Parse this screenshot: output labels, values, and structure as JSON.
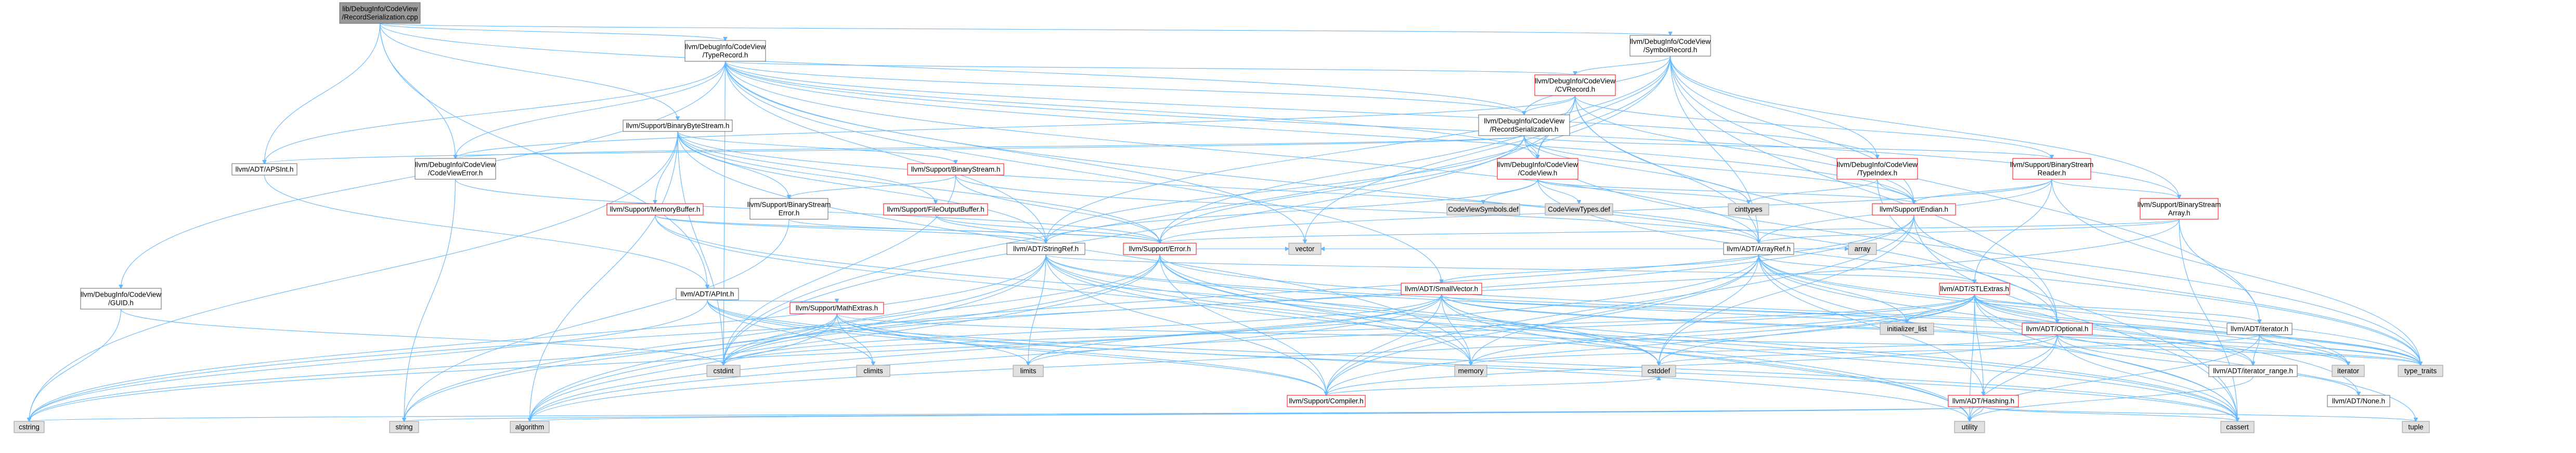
{
  "graph": {
    "type": "include-dependency-graph",
    "colors": {
      "edge": "#63b8ff",
      "root_fill": "#999999",
      "project_fill": "#ffffff",
      "project_border_red": "#ff0000",
      "project_border_black": "#666666",
      "system_fill": "#e0e0e0",
      "system_border": "#999999"
    },
    "nodes": [
      {
        "id": "root",
        "kind": "root",
        "lines": [
          "lib/DebugInfo/CodeView",
          "/RecordSerialization.cpp"
        ]
      },
      {
        "id": "typerecord",
        "kind": "project",
        "lines": [
          "llvm/DebugInfo/CodeView",
          "/TypeRecord.h"
        ]
      },
      {
        "id": "symbolrecord",
        "kind": "project",
        "lines": [
          "llvm/DebugInfo/CodeView",
          "/SymbolRecord.h"
        ]
      },
      {
        "id": "cvrecord",
        "kind": "project-red",
        "lines": [
          "llvm/DebugInfo/CodeView",
          "/CVRecord.h"
        ]
      },
      {
        "id": "recordserialization",
        "kind": "project",
        "lines": [
          "llvm/DebugInfo/CodeView",
          "/RecordSerialization.h"
        ]
      },
      {
        "id": "binarybytestream",
        "kind": "project",
        "lines": [
          "llvm/Support/BinaryByteStream.h"
        ]
      },
      {
        "id": "apsint",
        "kind": "project",
        "lines": [
          "llvm/ADT/APSInt.h"
        ]
      },
      {
        "id": "codeviewerror",
        "kind": "project",
        "lines": [
          "llvm/DebugInfo/CodeView",
          "/CodeViewError.h"
        ]
      },
      {
        "id": "binarystream",
        "kind": "project-red",
        "lines": [
          "llvm/Support/BinaryStream.h"
        ]
      },
      {
        "id": "codeview",
        "kind": "project-red",
        "lines": [
          "llvm/DebugInfo/CodeView",
          "/CodeView.h"
        ]
      },
      {
        "id": "typeindex",
        "kind": "project-red",
        "lines": [
          "llvm/DebugInfo/CodeView",
          "/TypeIndex.h"
        ]
      },
      {
        "id": "binarystreamreader",
        "kind": "project-red",
        "lines": [
          "llvm/Support/BinaryStream",
          "Reader.h"
        ]
      },
      {
        "id": "memorybuffer",
        "kind": "project-red",
        "lines": [
          "llvm/Support/MemoryBuffer.h"
        ]
      },
      {
        "id": "binarystreamerror",
        "kind": "project",
        "lines": [
          "llvm/Support/BinaryStream",
          "Error.h"
        ]
      },
      {
        "id": "fileoutputbuffer",
        "kind": "project-red",
        "lines": [
          "llvm/Support/FileOutputBuffer.h"
        ]
      },
      {
        "id": "codeviewsymbols",
        "kind": "system",
        "lines": [
          "CodeViewSymbols.def"
        ]
      },
      {
        "id": "codeviewtypes",
        "kind": "system",
        "lines": [
          "CodeViewTypes.def"
        ]
      },
      {
        "id": "cinttypes",
        "kind": "system",
        "lines": [
          "cinttypes"
        ]
      },
      {
        "id": "endian",
        "kind": "project-red",
        "lines": [
          "llvm/Support/Endian.h"
        ]
      },
      {
        "id": "binarystreamarray",
        "kind": "project-red",
        "lines": [
          "llvm/Support/BinaryStream",
          "Array.h"
        ]
      },
      {
        "id": "stringref",
        "kind": "project",
        "lines": [
          "llvm/ADT/StringRef.h"
        ]
      },
      {
        "id": "error",
        "kind": "project-red",
        "lines": [
          "llvm/Support/Error.h"
        ]
      },
      {
        "id": "arrayref",
        "kind": "project",
        "lines": [
          "llvm/ADT/ArrayRef.h"
        ]
      },
      {
        "id": "vector",
        "kind": "system",
        "lines": [
          "vector"
        ]
      },
      {
        "id": "array",
        "kind": "system",
        "lines": [
          "array"
        ]
      },
      {
        "id": "guid",
        "kind": "project",
        "lines": [
          "llvm/DebugInfo/CodeView",
          "/GUID.h"
        ]
      },
      {
        "id": "apint",
        "kind": "project",
        "lines": [
          "llvm/ADT/APInt.h"
        ]
      },
      {
        "id": "mathextras",
        "kind": "project-red",
        "lines": [
          "llvm/Support/MathExtras.h"
        ]
      },
      {
        "id": "smallvector",
        "kind": "project-red",
        "lines": [
          "llvm/ADT/SmallVector.h"
        ]
      },
      {
        "id": "stlextras",
        "kind": "project-red",
        "lines": [
          "llvm/ADT/STLExtras.h"
        ]
      },
      {
        "id": "optional",
        "kind": "project-red",
        "lines": [
          "llvm/ADT/Optional.h"
        ]
      },
      {
        "id": "iterator",
        "kind": "project",
        "lines": [
          "llvm/ADT/iterator.h"
        ]
      },
      {
        "id": "initializer_list",
        "kind": "system",
        "lines": [
          "initializer_list"
        ]
      },
      {
        "id": "climits",
        "kind": "system",
        "lines": [
          "climits"
        ]
      },
      {
        "id": "limits",
        "kind": "system",
        "lines": [
          "limits"
        ]
      },
      {
        "id": "compiler",
        "kind": "project-red",
        "lines": [
          "llvm/Support/Compiler.h"
        ]
      },
      {
        "id": "hashing",
        "kind": "project-red",
        "lines": [
          "llvm/ADT/Hashing.h"
        ]
      },
      {
        "id": "cstddef",
        "kind": "system",
        "lines": [
          "cstddef"
        ]
      },
      {
        "id": "iterator_range",
        "kind": "project",
        "lines": [
          "llvm/ADT/iterator_range.h"
        ]
      },
      {
        "id": "memory",
        "kind": "system",
        "lines": [
          "memory"
        ]
      },
      {
        "id": "cstdint",
        "kind": "system",
        "lines": [
          "cstdint"
        ]
      },
      {
        "id": "iterator_sys",
        "kind": "system",
        "lines": [
          "iterator"
        ]
      },
      {
        "id": "none",
        "kind": "project",
        "lines": [
          "llvm/ADT/None.h"
        ]
      },
      {
        "id": "type_traits",
        "kind": "system",
        "lines": [
          "type_traits"
        ]
      },
      {
        "id": "tuple",
        "kind": "system",
        "lines": [
          "tuple"
        ]
      },
      {
        "id": "cstring",
        "kind": "system",
        "lines": [
          "cstring"
        ]
      },
      {
        "id": "string",
        "kind": "system",
        "lines": [
          "string"
        ]
      },
      {
        "id": "algorithm",
        "kind": "system",
        "lines": [
          "algorithm"
        ]
      },
      {
        "id": "utility",
        "kind": "system",
        "lines": [
          "utility"
        ]
      },
      {
        "id": "cassert",
        "kind": "system",
        "lines": [
          "cassert"
        ]
      }
    ]
  }
}
